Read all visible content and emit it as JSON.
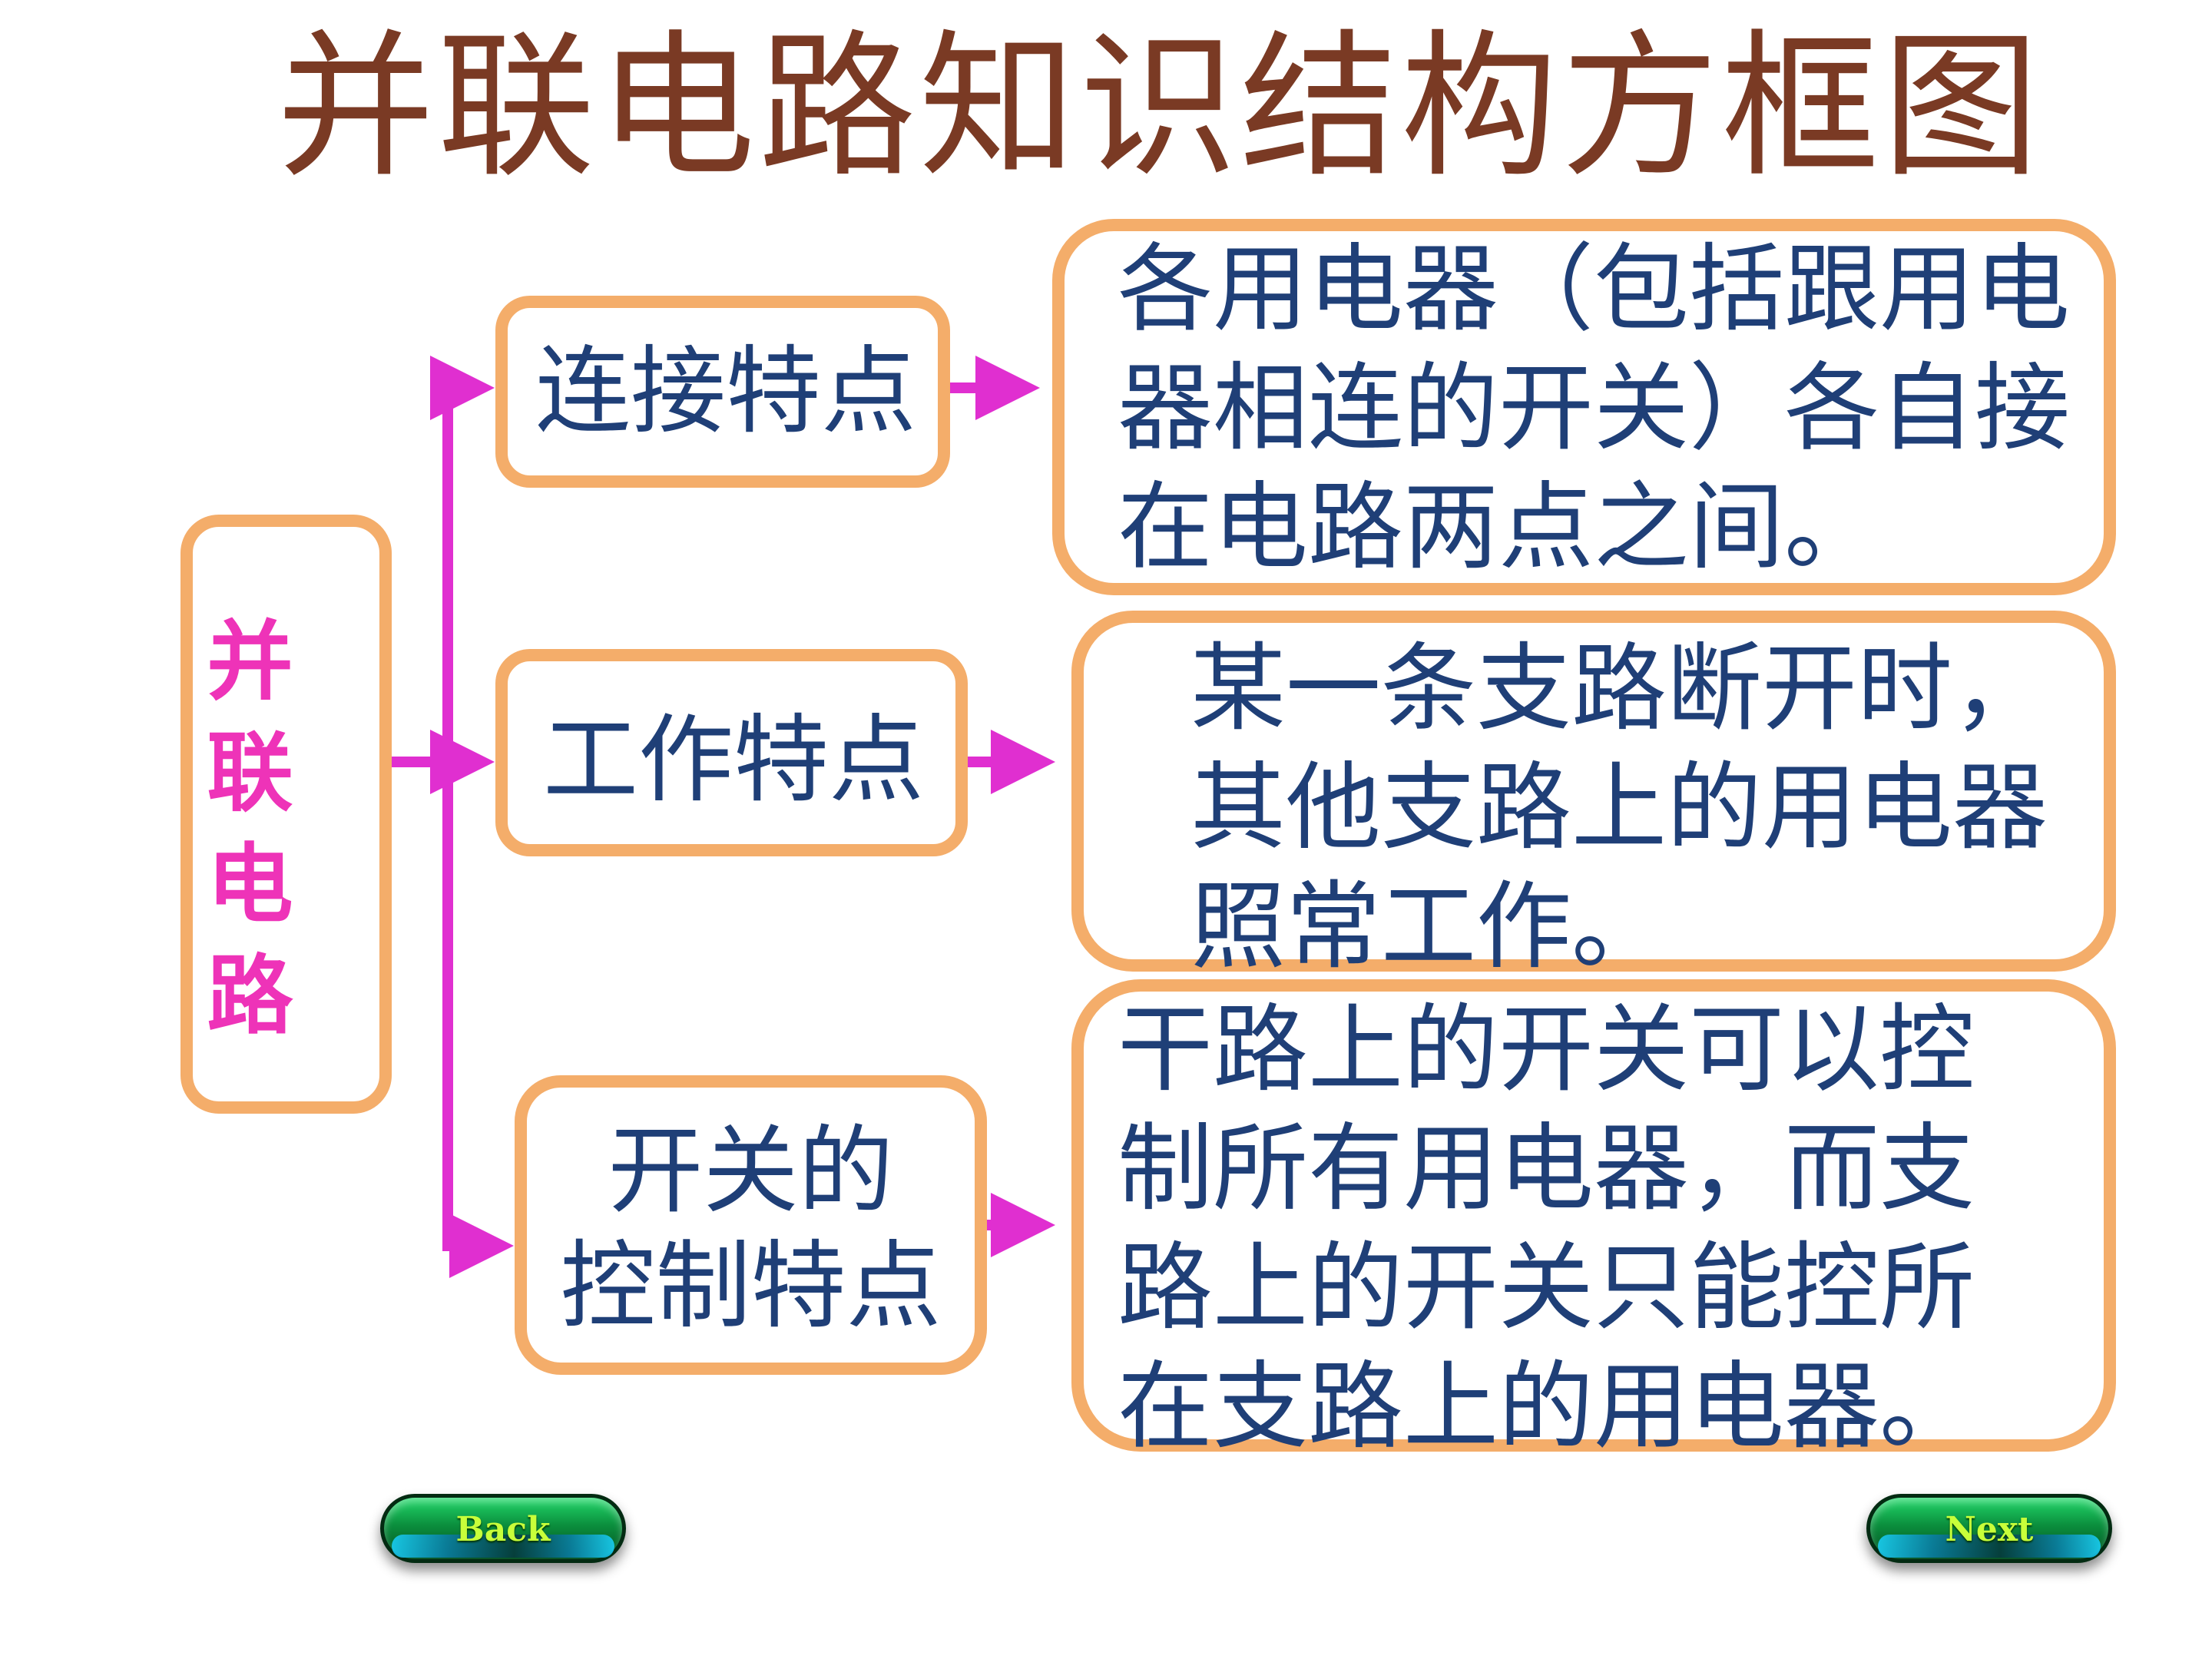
{
  "title": "并联电路知识结构方框图",
  "root": {
    "chars": [
      "并",
      "联",
      "电",
      "路"
    ]
  },
  "branches": [
    {
      "label_lines": [
        "连接特点"
      ],
      "desc_lines": [
        "各用电器（包括跟用电",
        "器相连的开关）各自接",
        "在电路两点之间。"
      ]
    },
    {
      "label_lines": [
        "工作特点"
      ],
      "desc_lines": [
        "某一条支路断开时，",
        "其他支路上的用电器",
        "照常工作。"
      ]
    },
    {
      "label_lines": [
        "开关的",
        "控制特点"
      ],
      "desc_lines": [
        "干路上的开关可以控",
        "制所有用电器，而支",
        "路上的开关只能控所",
        "在支路上的用电器。"
      ]
    }
  ],
  "nav": {
    "back": "Back",
    "next": "Next"
  },
  "colors": {
    "title": "#7a3a24",
    "box_border": "#f4ad6a",
    "text": "#1f3f77",
    "root_text": "#ee33b8",
    "arrow": "#e02fd0"
  }
}
